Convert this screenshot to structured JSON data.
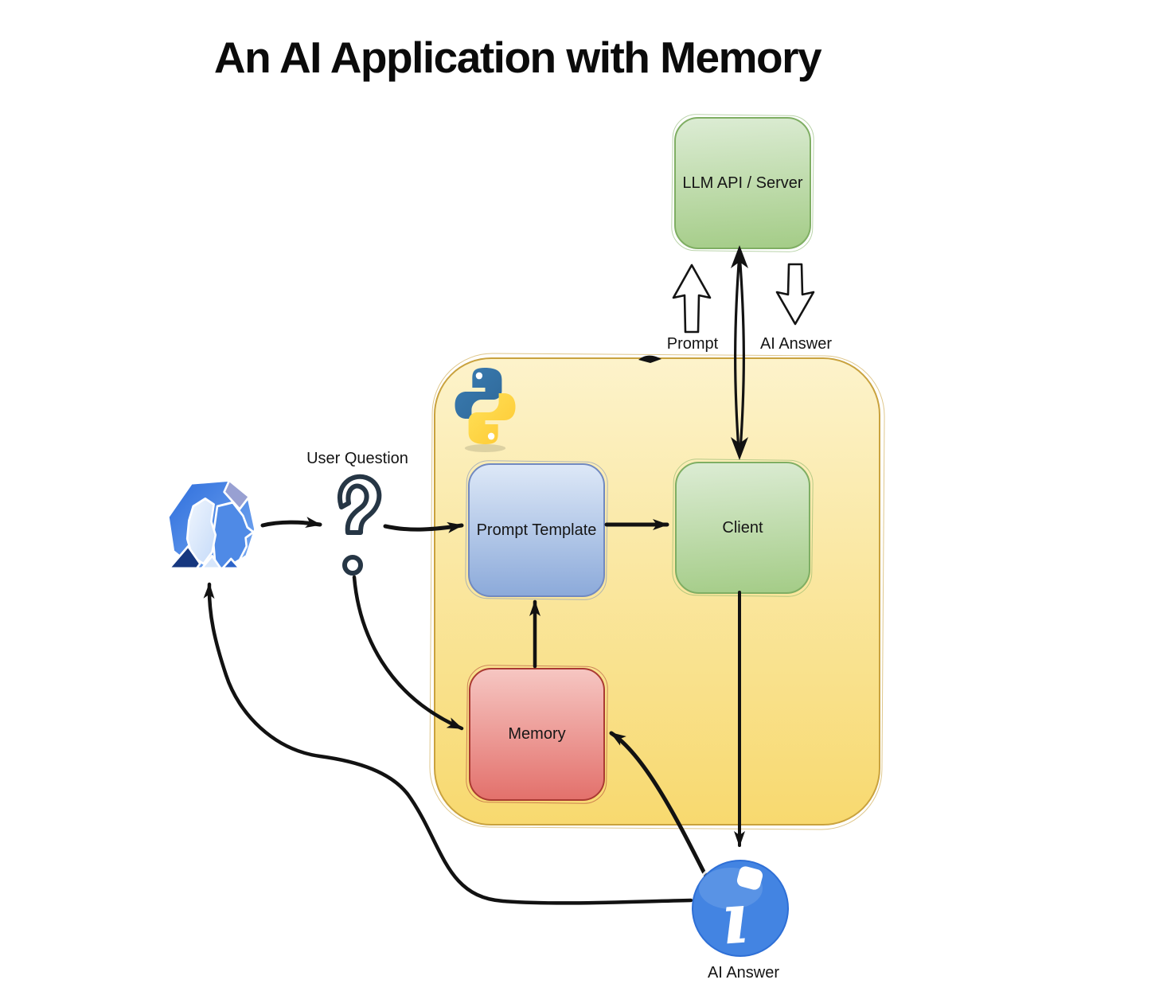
{
  "title": "An AI Application with Memory",
  "nodes": {
    "llm_api": {
      "label": "LLM API / Server"
    },
    "prompt_template": {
      "label": "Prompt Template"
    },
    "client": {
      "label": "Client"
    },
    "memory": {
      "label": "Memory"
    }
  },
  "edge_labels": {
    "prompt": "Prompt",
    "ai_answer": "AI Answer",
    "user_question": "User Question",
    "ai_answer_result": "AI Answer"
  },
  "icons": {
    "python": "python-logo",
    "user": "user-head-icon",
    "question": "question-mark-icon",
    "info": "info-circle-icon",
    "info_glyph": "ı"
  },
  "colors": {
    "container_fill_top": "#fdf3cb",
    "container_fill_bottom": "#f8d96f",
    "container_border": "#c9a23e",
    "green_top": "#dcecd4",
    "green_bottom": "#a4cc87",
    "green_border": "#7fae63",
    "blue_top": "#dde8f7",
    "blue_bottom": "#8caada",
    "blue_border": "#7189c0",
    "red_top": "#f6c6c2",
    "red_bottom": "#e3716c",
    "red_border": "#aa3a32",
    "info_circle": "#4384e2",
    "arrow": "#121212"
  }
}
